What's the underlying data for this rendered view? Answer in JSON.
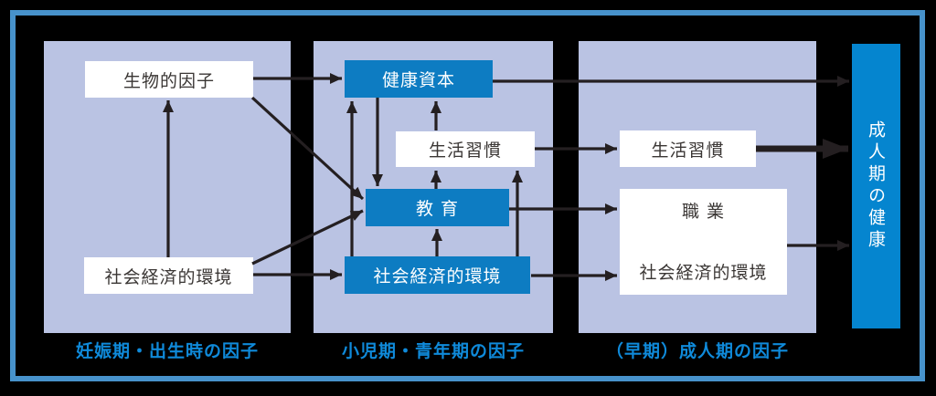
{
  "diagram": {
    "panels": [
      {
        "caption": "妊娠期・出生時の因子",
        "boxes": {
          "biological": "生物的因子",
          "ses": "社会経済的環境"
        }
      },
      {
        "caption": "小児期・青年期の因子",
        "boxes": {
          "health_capital": "健康資本",
          "lifestyle": "生活習慣",
          "education": "教 育",
          "ses": "社会経済的環境"
        }
      },
      {
        "caption": "（早期）成人期の因子",
        "boxes": {
          "lifestyle": "生活習慣",
          "occupation": "職 業",
          "ses": "社会経済的環境"
        }
      }
    ],
    "outcome": {
      "label": "成人期の健康"
    },
    "colors": {
      "frame_blue": "#4792cb",
      "panel_lavender": "#bac3e3",
      "box_blue": "#0d7cc2",
      "outcome_blue": "#0585cf",
      "caption_blue": "#0f8ada",
      "arrow_black": "#241f21",
      "background": "#000000"
    }
  }
}
